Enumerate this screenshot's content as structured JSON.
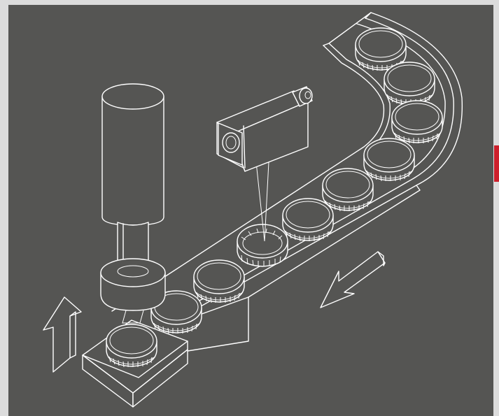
{
  "illustration": {
    "background_color": "#555553",
    "frame_color": "#dcdcdc",
    "line_color": "#ffffff",
    "accent_color": "#cc1f2b",
    "depicts": [
      "conveyor-track",
      "bottle-caps",
      "photoelectric-sensor",
      "press-ram",
      "up-arrow",
      "down-left-arrow"
    ],
    "cap_count": 10
  }
}
